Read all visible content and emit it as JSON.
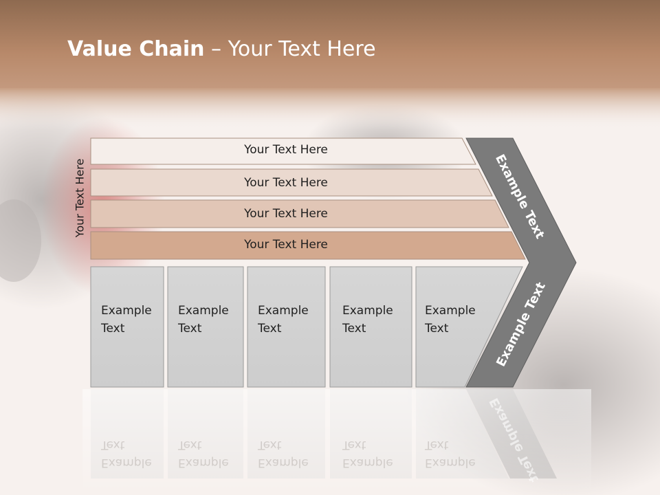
{
  "title": {
    "bold": "Value Chain",
    "rest": " – Your Text Here"
  },
  "side_label": "Your Text Here",
  "bars": [
    "Your Text Here",
    "Your Text Here",
    "Your Text Here",
    "Your Text Here"
  ],
  "boxes": [
    [
      "Example",
      "Text"
    ],
    [
      "Example",
      "Text"
    ],
    [
      "Example",
      "Text"
    ],
    [
      "Example",
      "Text"
    ],
    [
      "Example",
      "Text"
    ]
  ],
  "chevron": {
    "upper": "Example Text",
    "lower": "Example Text"
  },
  "colors": {
    "header": "#a87a5c",
    "bar1": "#f5eeea",
    "bar2": "#ead9cf",
    "bar3": "#e1c6b6",
    "bar4": "#d3a98f",
    "box": "#d1d1d1",
    "chevron": "#7b7b7b"
  }
}
